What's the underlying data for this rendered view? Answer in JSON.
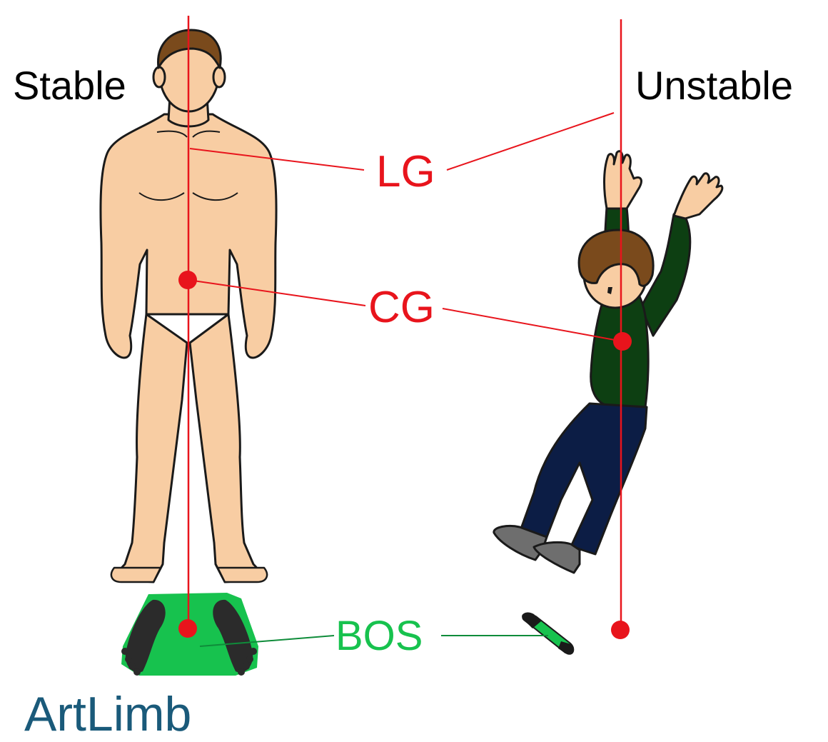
{
  "labels": {
    "stable": "Stable",
    "unstable": "Unstable",
    "lg": "LG",
    "cg": "CG",
    "bos": "BOS"
  },
  "brand": "ArtLimb",
  "colors": {
    "line_of_gravity": "#e8141c",
    "bos_green": "#17c24e",
    "brand_blue": "#1a5a7a",
    "skin": "#f8cda3",
    "sweater": "#0d3f12",
    "trousers": "#0c1d45",
    "hair": "#7a4a1c",
    "shoes": "#6e6e6e"
  }
}
